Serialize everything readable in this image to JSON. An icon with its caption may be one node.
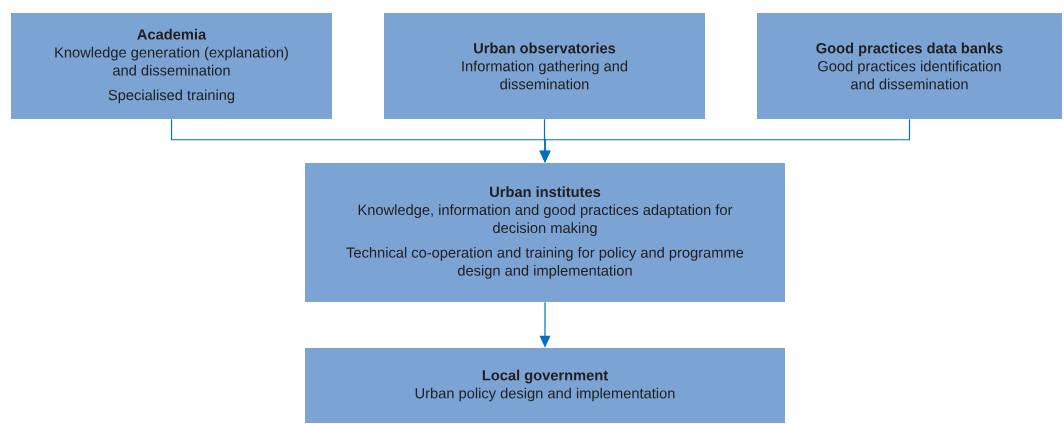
{
  "diagram": {
    "nodes": [
      {
        "text": [
          "Academia",
          "Knowledge generation (explanation) and dissemination",
          "Specialised training"
        ]
      },
      {
        "text": [
          "Urban observatories",
          "Information gathering and dissemination"
        ]
      },
      {
        "text": [
          "Good practices data banks",
          "Good practices identification and dissemination"
        ]
      },
      {
        "text": [
          "Urban institutes",
          "Knowledge, information and good practices adaptation for decision making",
          "Technical co-operation and training for policy and programme design and implementation"
        ]
      },
      {
        "text": [
          "Local government",
          "Urban policy design and implementation"
        ]
      }
    ],
    "edges": [
      {
        "from": 0,
        "to": 3,
        "arrow": "to"
      },
      {
        "from": 1,
        "to": 3,
        "arrow": "to"
      },
      {
        "from": 2,
        "to": 3,
        "arrow": "to"
      },
      {
        "from": 3,
        "to": 4,
        "arrow": "to"
      }
    ]
  }
}
